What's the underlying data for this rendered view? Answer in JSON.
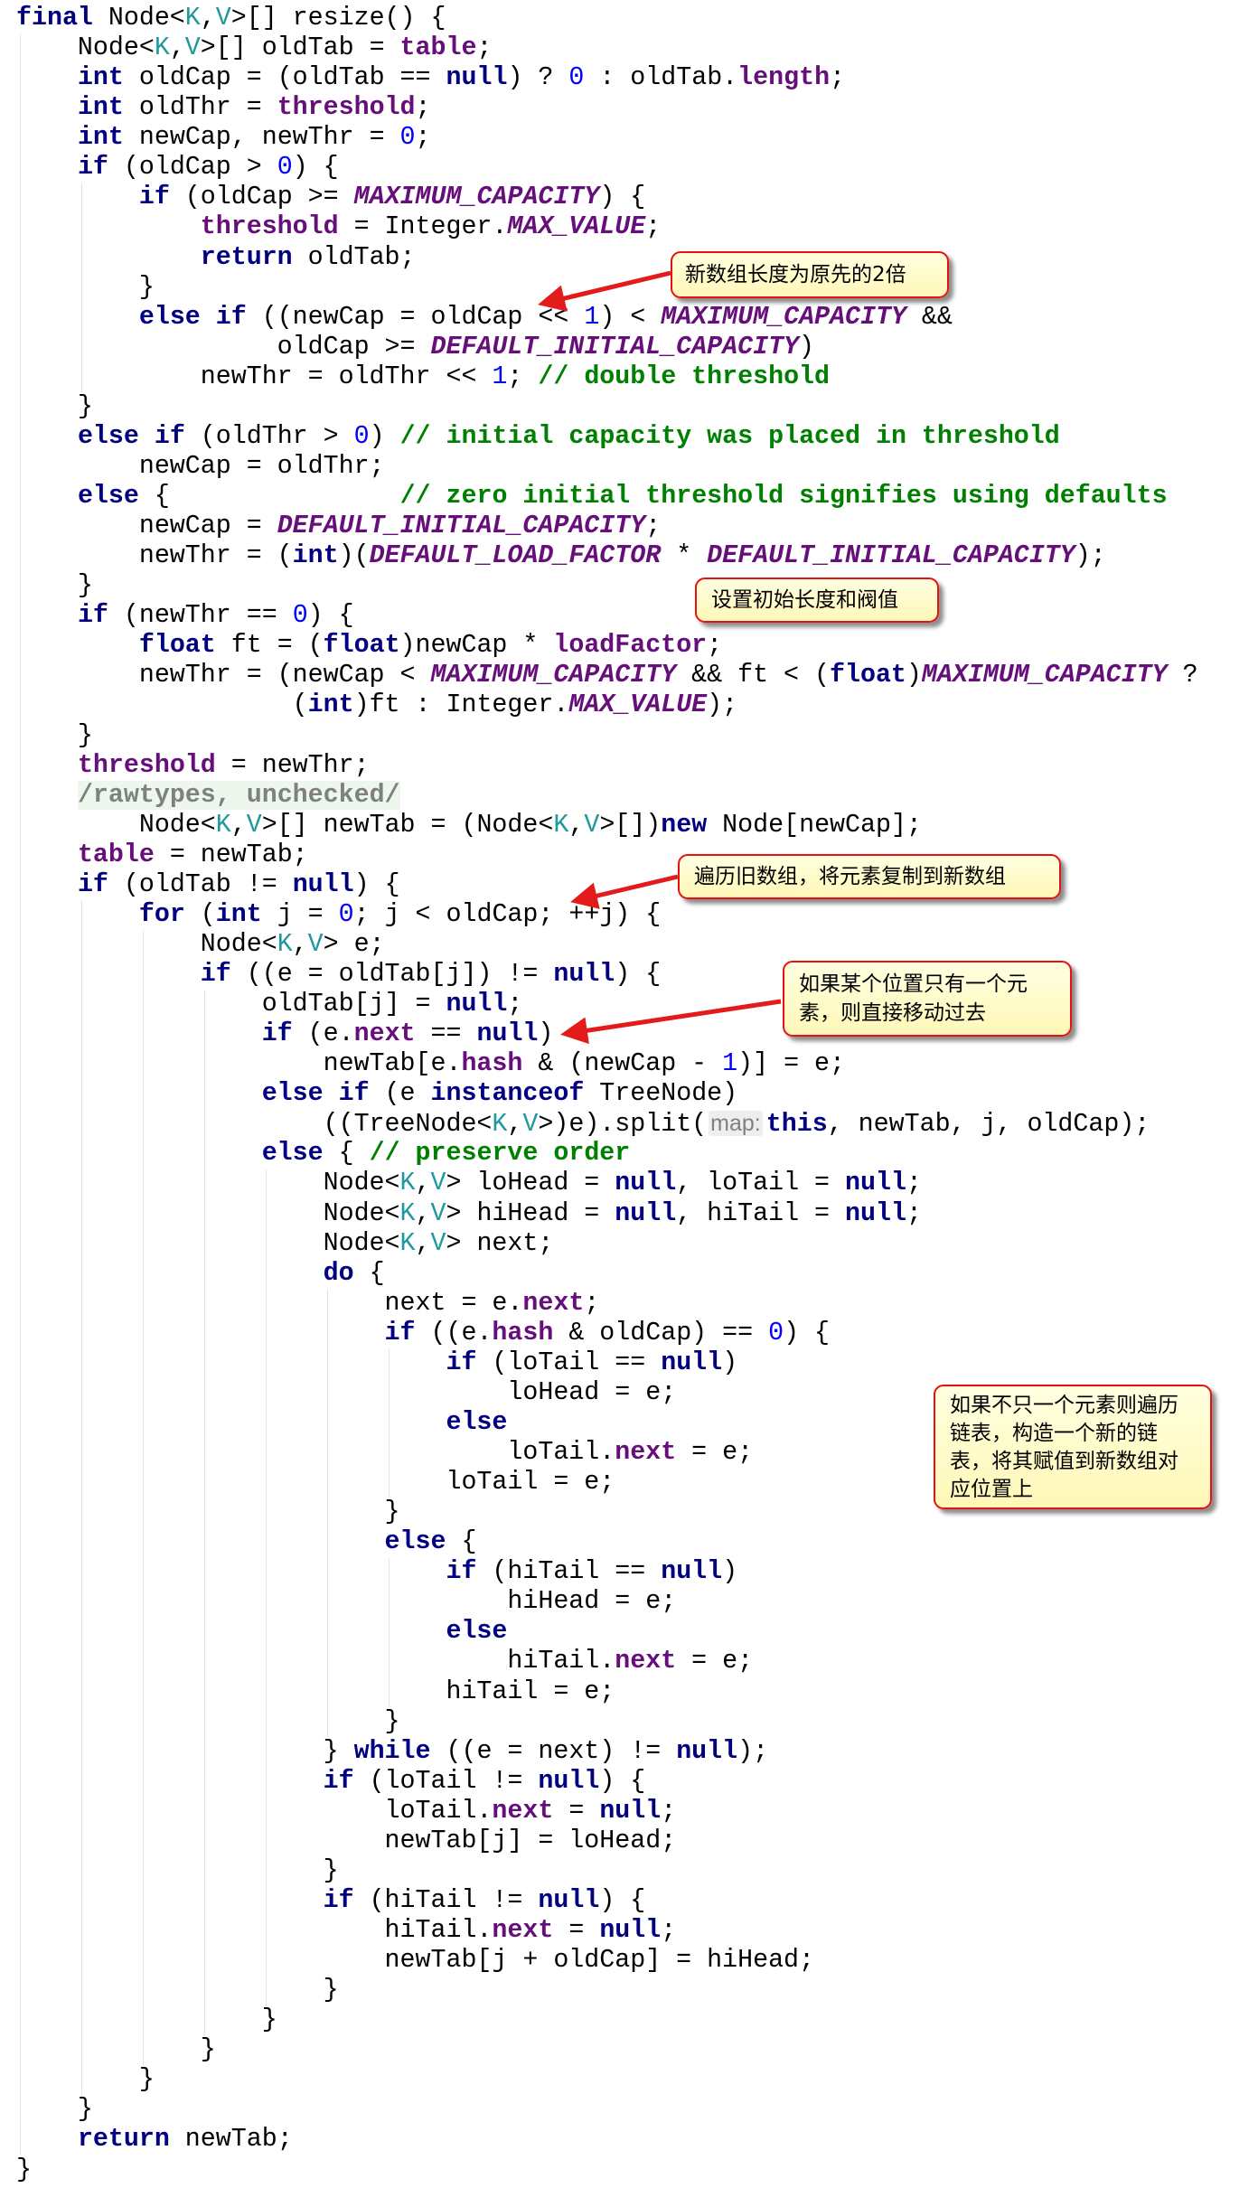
{
  "code_lines": [
    [
      [
        "k",
        "final"
      ],
      [
        "p",
        " Node<"
      ],
      [
        "t",
        "K"
      ],
      [
        "p",
        ","
      ],
      [
        "t",
        "V"
      ],
      [
        "p",
        ">[] resize() {"
      ]
    ],
    [
      [
        "p",
        "    Node<"
      ],
      [
        "t",
        "K"
      ],
      [
        "p",
        ","
      ],
      [
        "t",
        "V"
      ],
      [
        "p",
        ">[] oldTab = "
      ],
      [
        "f",
        "table"
      ],
      [
        "p",
        ";"
      ]
    ],
    [
      [
        "p",
        "    "
      ],
      [
        "k",
        "int"
      ],
      [
        "p",
        " oldCap = (oldTab == "
      ],
      [
        "k",
        "null"
      ],
      [
        "p",
        ") ? "
      ],
      [
        "n",
        "0"
      ],
      [
        "p",
        " : oldTab."
      ],
      [
        "f",
        "length"
      ],
      [
        "p",
        ";"
      ]
    ],
    [
      [
        "p",
        "    "
      ],
      [
        "k",
        "int"
      ],
      [
        "p",
        " oldThr = "
      ],
      [
        "f",
        "threshold"
      ],
      [
        "p",
        ";"
      ]
    ],
    [
      [
        "p",
        "    "
      ],
      [
        "k",
        "int"
      ],
      [
        "p",
        " newCap, newThr = "
      ],
      [
        "n",
        "0"
      ],
      [
        "p",
        ";"
      ]
    ],
    [
      [
        "p",
        "    "
      ],
      [
        "k",
        "if"
      ],
      [
        "p",
        " (oldCap > "
      ],
      [
        "n",
        "0"
      ],
      [
        "p",
        ") {"
      ]
    ],
    [
      [
        "p",
        "        "
      ],
      [
        "k",
        "if"
      ],
      [
        "p",
        " (oldCap >= "
      ],
      [
        "c",
        "MAXIMUM_CAPACITY"
      ],
      [
        "p",
        ") {"
      ]
    ],
    [
      [
        "p",
        "            "
      ],
      [
        "f",
        "threshold"
      ],
      [
        "p",
        " = Integer."
      ],
      [
        "c",
        "MAX_VALUE"
      ],
      [
        "p",
        ";"
      ]
    ],
    [
      [
        "p",
        "            "
      ],
      [
        "k",
        "return"
      ],
      [
        "p",
        " oldTab;"
      ]
    ],
    [
      [
        "p",
        "        }"
      ]
    ],
    [
      [
        "p",
        "        "
      ],
      [
        "k",
        "else if"
      ],
      [
        "p",
        " ((newCap = oldCap << "
      ],
      [
        "n",
        "1"
      ],
      [
        "p",
        ") < "
      ],
      [
        "c",
        "MAXIMUM_CAPACITY"
      ],
      [
        "p",
        " &&"
      ]
    ],
    [
      [
        "p",
        "                 oldCap >= "
      ],
      [
        "c",
        "DEFAULT_INITIAL_CAPACITY"
      ],
      [
        "p",
        ")"
      ]
    ],
    [
      [
        "p",
        "            newThr = oldThr << "
      ],
      [
        "n",
        "1"
      ],
      [
        "p",
        "; "
      ],
      [
        "m",
        "// double threshold"
      ]
    ],
    [
      [
        "p",
        "    }"
      ]
    ],
    [
      [
        "p",
        "    "
      ],
      [
        "k",
        "else if"
      ],
      [
        "p",
        " (oldThr > "
      ],
      [
        "n",
        "0"
      ],
      [
        "p",
        ") "
      ],
      [
        "m",
        "// initial capacity was placed in threshold"
      ]
    ],
    [
      [
        "p",
        "        newCap = oldThr;"
      ]
    ],
    [
      [
        "p",
        "    "
      ],
      [
        "k",
        "else"
      ],
      [
        "p",
        " {               "
      ],
      [
        "m",
        "// zero initial threshold signifies using defaults"
      ]
    ],
    [
      [
        "p",
        "        newCap = "
      ],
      [
        "c",
        "DEFAULT_INITIAL_CAPACITY"
      ],
      [
        "p",
        ";"
      ]
    ],
    [
      [
        "p",
        "        newThr = ("
      ],
      [
        "k",
        "int"
      ],
      [
        "p",
        ")("
      ],
      [
        "c",
        "DEFAULT_LOAD_FACTOR"
      ],
      [
        "p",
        " * "
      ],
      [
        "c",
        "DEFAULT_INITIAL_CAPACITY"
      ],
      [
        "p",
        ");"
      ]
    ],
    [
      [
        "p",
        "    }"
      ]
    ],
    [
      [
        "p",
        "    "
      ],
      [
        "k",
        "if"
      ],
      [
        "p",
        " (newThr == "
      ],
      [
        "n",
        "0"
      ],
      [
        "p",
        ") {"
      ]
    ],
    [
      [
        "p",
        "        "
      ],
      [
        "k",
        "float"
      ],
      [
        "p",
        " ft = ("
      ],
      [
        "k",
        "float"
      ],
      [
        "p",
        ")newCap * "
      ],
      [
        "f",
        "loadFactor"
      ],
      [
        "p",
        ";"
      ]
    ],
    [
      [
        "p",
        "        newThr = (newCap < "
      ],
      [
        "c",
        "MAXIMUM_CAPACITY"
      ],
      [
        "p",
        " && ft < ("
      ],
      [
        "k",
        "float"
      ],
      [
        "p",
        ")"
      ],
      [
        "c",
        "MAXIMUM_CAPACITY"
      ],
      [
        "p",
        " ?"
      ]
    ],
    [
      [
        "p",
        "                  ("
      ],
      [
        "k",
        "int"
      ],
      [
        "p",
        ")ft : Integer."
      ],
      [
        "c",
        "MAX_VALUE"
      ],
      [
        "p",
        ");"
      ]
    ],
    [
      [
        "p",
        "    }"
      ]
    ],
    [
      [
        "p",
        "    "
      ],
      [
        "f",
        "threshold"
      ],
      [
        "p",
        " = newThr;"
      ]
    ],
    [
      [
        "p",
        "    "
      ],
      [
        "a",
        "/rawtypes, unchecked/"
      ]
    ],
    [
      [
        "p",
        "        Node<"
      ],
      [
        "t",
        "K"
      ],
      [
        "p",
        ","
      ],
      [
        "t",
        "V"
      ],
      [
        "p",
        ">[] newTab = (Node<"
      ],
      [
        "t",
        "K"
      ],
      [
        "p",
        ","
      ],
      [
        "t",
        "V"
      ],
      [
        "p",
        ">[])"
      ],
      [
        "k",
        "new"
      ],
      [
        "p",
        " Node[newCap];"
      ]
    ],
    [
      [
        "p",
        "    "
      ],
      [
        "f",
        "table"
      ],
      [
        "p",
        " = newTab;"
      ]
    ],
    [
      [
        "p",
        "    "
      ],
      [
        "k",
        "if"
      ],
      [
        "p",
        " (oldTab != "
      ],
      [
        "k",
        "null"
      ],
      [
        "p",
        ") {"
      ]
    ],
    [
      [
        "p",
        "        "
      ],
      [
        "k",
        "for"
      ],
      [
        "p",
        " ("
      ],
      [
        "k",
        "int"
      ],
      [
        "p",
        " j = "
      ],
      [
        "n",
        "0"
      ],
      [
        "p",
        "; j < oldCap; ++j) {"
      ]
    ],
    [
      [
        "p",
        "            Node<"
      ],
      [
        "t",
        "K"
      ],
      [
        "p",
        ","
      ],
      [
        "t",
        "V"
      ],
      [
        "p",
        "> e;"
      ]
    ],
    [
      [
        "p",
        "            "
      ],
      [
        "k",
        "if"
      ],
      [
        "p",
        " ((e = oldTab[j]) != "
      ],
      [
        "k",
        "null"
      ],
      [
        "p",
        ") {"
      ]
    ],
    [
      [
        "p",
        "                oldTab[j] = "
      ],
      [
        "k",
        "null"
      ],
      [
        "p",
        ";"
      ]
    ],
    [
      [
        "p",
        "                "
      ],
      [
        "k",
        "if"
      ],
      [
        "p",
        " (e."
      ],
      [
        "f",
        "next"
      ],
      [
        "p",
        " == "
      ],
      [
        "k",
        "null"
      ],
      [
        "p",
        ")"
      ]
    ],
    [
      [
        "p",
        "                    newTab[e."
      ],
      [
        "f",
        "hash"
      ],
      [
        "p",
        " & (newCap - "
      ],
      [
        "n",
        "1"
      ],
      [
        "p",
        ")] = e;"
      ]
    ],
    [
      [
        "p",
        "                "
      ],
      [
        "k",
        "else if"
      ],
      [
        "p",
        " (e "
      ],
      [
        "k",
        "instanceof"
      ],
      [
        "p",
        " TreeNode)"
      ]
    ],
    [
      [
        "p",
        "                    ((TreeNode<"
      ],
      [
        "t",
        "K"
      ],
      [
        "p",
        ","
      ],
      [
        "t",
        "V"
      ],
      [
        "p",
        ">)e).split("
      ],
      [
        "h",
        "map:"
      ],
      [
        "k",
        "this"
      ],
      [
        "p",
        ", newTab, j, oldCap);"
      ]
    ],
    [
      [
        "p",
        "                "
      ],
      [
        "k",
        "else"
      ],
      [
        "p",
        " { "
      ],
      [
        "m",
        "// preserve order"
      ]
    ],
    [
      [
        "p",
        "                    Node<"
      ],
      [
        "t",
        "K"
      ],
      [
        "p",
        ","
      ],
      [
        "t",
        "V"
      ],
      [
        "p",
        "> loHead = "
      ],
      [
        "k",
        "null"
      ],
      [
        "p",
        ", loTail = "
      ],
      [
        "k",
        "null"
      ],
      [
        "p",
        ";"
      ]
    ],
    [
      [
        "p",
        "                    Node<"
      ],
      [
        "t",
        "K"
      ],
      [
        "p",
        ","
      ],
      [
        "t",
        "V"
      ],
      [
        "p",
        "> hiHead = "
      ],
      [
        "k",
        "null"
      ],
      [
        "p",
        ", hiTail = "
      ],
      [
        "k",
        "null"
      ],
      [
        "p",
        ";"
      ]
    ],
    [
      [
        "p",
        "                    Node<"
      ],
      [
        "t",
        "K"
      ],
      [
        "p",
        ","
      ],
      [
        "t",
        "V"
      ],
      [
        "p",
        "> next;"
      ]
    ],
    [
      [
        "p",
        "                    "
      ],
      [
        "k",
        "do"
      ],
      [
        "p",
        " {"
      ]
    ],
    [
      [
        "p",
        "                        next = e."
      ],
      [
        "f",
        "next"
      ],
      [
        "p",
        ";"
      ]
    ],
    [
      [
        "p",
        "                        "
      ],
      [
        "k",
        "if"
      ],
      [
        "p",
        " ((e."
      ],
      [
        "f",
        "hash"
      ],
      [
        "p",
        " & oldCap) == "
      ],
      [
        "n",
        "0"
      ],
      [
        "p",
        ") {"
      ]
    ],
    [
      [
        "p",
        "                            "
      ],
      [
        "k",
        "if"
      ],
      [
        "p",
        " (loTail == "
      ],
      [
        "k",
        "null"
      ],
      [
        "p",
        ")"
      ]
    ],
    [
      [
        "p",
        "                                loHead = e;"
      ]
    ],
    [
      [
        "p",
        "                            "
      ],
      [
        "k",
        "else"
      ]
    ],
    [
      [
        "p",
        "                                loTail."
      ],
      [
        "f",
        "next"
      ],
      [
        "p",
        " = e;"
      ]
    ],
    [
      [
        "p",
        "                            loTail = e;"
      ]
    ],
    [
      [
        "p",
        "                        }"
      ]
    ],
    [
      [
        "p",
        "                        "
      ],
      [
        "k",
        "else"
      ],
      [
        "p",
        " {"
      ]
    ],
    [
      [
        "p",
        "                            "
      ],
      [
        "k",
        "if"
      ],
      [
        "p",
        " (hiTail == "
      ],
      [
        "k",
        "null"
      ],
      [
        "p",
        ")"
      ]
    ],
    [
      [
        "p",
        "                                hiHead = e;"
      ]
    ],
    [
      [
        "p",
        "                            "
      ],
      [
        "k",
        "else"
      ]
    ],
    [
      [
        "p",
        "                                hiTail."
      ],
      [
        "f",
        "next"
      ],
      [
        "p",
        " = e;"
      ]
    ],
    [
      [
        "p",
        "                            hiTail = e;"
      ]
    ],
    [
      [
        "p",
        "                        }"
      ]
    ],
    [
      [
        "p",
        "                    } "
      ],
      [
        "k",
        "while"
      ],
      [
        "p",
        " ((e = next) != "
      ],
      [
        "k",
        "null"
      ],
      [
        "p",
        ");"
      ]
    ],
    [
      [
        "p",
        "                    "
      ],
      [
        "k",
        "if"
      ],
      [
        "p",
        " (loTail != "
      ],
      [
        "k",
        "null"
      ],
      [
        "p",
        ") {"
      ]
    ],
    [
      [
        "p",
        "                        loTail."
      ],
      [
        "f",
        "next"
      ],
      [
        "p",
        " = "
      ],
      [
        "k",
        "null"
      ],
      [
        "p",
        ";"
      ]
    ],
    [
      [
        "p",
        "                        newTab[j] = loHead;"
      ]
    ],
    [
      [
        "p",
        "                    }"
      ]
    ],
    [
      [
        "p",
        "                    "
      ],
      [
        "k",
        "if"
      ],
      [
        "p",
        " (hiTail != "
      ],
      [
        "k",
        "null"
      ],
      [
        "p",
        ") {"
      ]
    ],
    [
      [
        "p",
        "                        hiTail."
      ],
      [
        "f",
        "next"
      ],
      [
        "p",
        " = "
      ],
      [
        "k",
        "null"
      ],
      [
        "p",
        ";"
      ]
    ],
    [
      [
        "p",
        "                        newTab[j + oldCap] = hiHead;"
      ]
    ],
    [
      [
        "p",
        "                    }"
      ]
    ],
    [
      [
        "p",
        "                }"
      ]
    ],
    [
      [
        "p",
        "            }"
      ]
    ],
    [
      [
        "p",
        "        }"
      ]
    ],
    [
      [
        "p",
        "    }"
      ]
    ],
    [
      [
        "p",
        "    "
      ],
      [
        "k",
        "return"
      ],
      [
        "p",
        " newTab;"
      ]
    ],
    [
      [
        "p",
        "}"
      ]
    ]
  ],
  "callouts": {
    "double_length": "新数组长度为原先的2倍",
    "init_threshold": "设置初始长度和阀值",
    "traverse_old": "遍历旧数组，将元素复制到新数组",
    "single_move": "如果某个位置只有一个元素，则直接移动过去",
    "linked_list": "如果不只一个元素则遍历链表，构造一个新的链表，将其赋值到新数组对应位置上"
  },
  "colors": {
    "keyword": "#000080",
    "field": "#660e7a",
    "number": "#0000ff",
    "type_param": "#20999d",
    "comment": "#008000",
    "callout_border": "#e81010",
    "arrow": "#e41b1b"
  }
}
